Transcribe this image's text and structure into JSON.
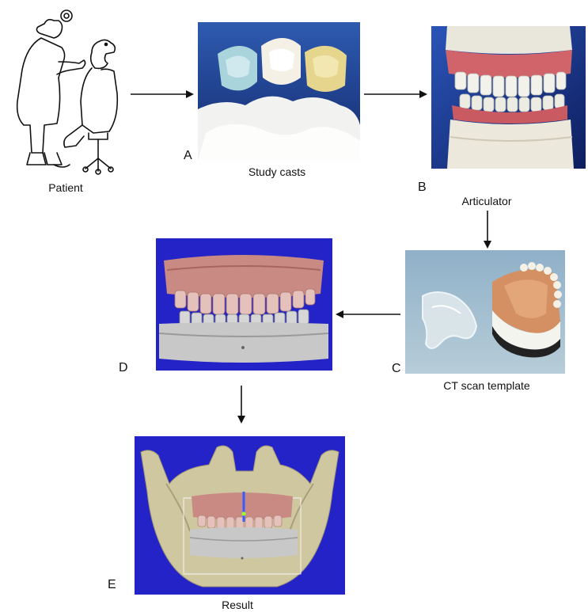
{
  "nodes": {
    "patient": {
      "caption": "Patient"
    },
    "a": {
      "letter": "A",
      "caption": "Study casts"
    },
    "b": {
      "letter": "B",
      "caption": "Articulator"
    },
    "c": {
      "letter": "C",
      "caption": "CT scan template"
    },
    "d": {
      "letter": "D"
    },
    "e": {
      "letter": "E",
      "caption": "Result"
    }
  },
  "colors": {
    "render_bg": "#2323c8",
    "casts_bg": "#1a3a8a",
    "gum": "#c87a74",
    "tooth": "#e8e8e0",
    "bone": "#cfc7a0",
    "base": "#c8c8c8",
    "arrow": "#111111"
  }
}
